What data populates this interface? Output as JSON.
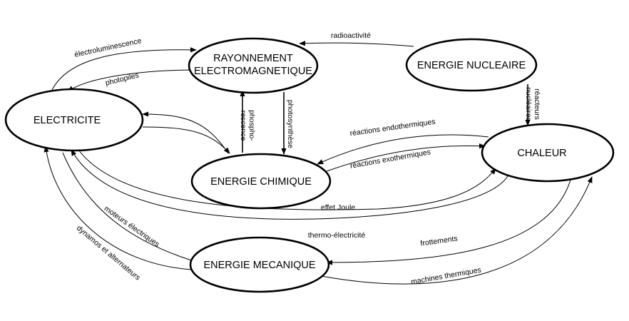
{
  "nodes": {
    "rayonnement": [
      "RAYONNEMENT",
      "ELECTROMAGNETIQUE"
    ],
    "nucleaire": "ENERGIE NUCLEAIRE",
    "electricite": "ELECTRICITE",
    "chimique": "ENERGIE CHIMIQUE",
    "chaleur": "CHALEUR",
    "mecanique": "ENERGIE MECANIQUE"
  },
  "edges": {
    "radioactivite": "radioactivité",
    "electroluminescence": "électroluminescence",
    "photopiles": "photopiles",
    "phosphorescence": [
      "phospho-",
      "rescence"
    ],
    "photosynthese": "photosynthèse",
    "reacteurs_nucleaires": [
      "réacteurs",
      "nucléaires"
    ],
    "reactions_endothermiques": "réactions endothermiques",
    "reactions_exothermiques": "réactions exothermiques",
    "effet_joule": "effet Joule",
    "thermo_electricite": "thermo-électricité",
    "moteurs_electriques": "moteurs électriques",
    "dynamos_alternateurs": "dynamos et alternateurs",
    "frottements": "frottements",
    "machines_thermiques": "machines thermiques"
  }
}
